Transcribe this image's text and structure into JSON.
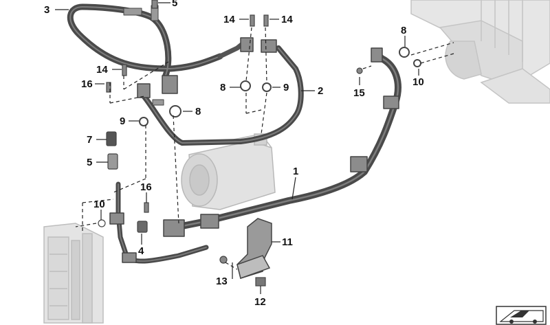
{
  "diagram": {
    "type": "exploded parts diagram",
    "colors": {
      "hose": "#4a4a4a",
      "hose_highlight": "#7d7d7d",
      "ghost_part": "#d6d6d6",
      "ghost_outline": "#b9b9b9",
      "leader": "#222222"
    },
    "callouts": [
      {
        "id": "c3",
        "label": "3"
      },
      {
        "id": "c5-top",
        "label": "5"
      },
      {
        "id": "c14-a",
        "label": "14"
      },
      {
        "id": "c14-b",
        "label": "14"
      },
      {
        "id": "c8-right",
        "label": "8"
      },
      {
        "id": "c14-left",
        "label": "14"
      },
      {
        "id": "c16-left",
        "label": "16"
      },
      {
        "id": "c8-mid-a",
        "label": "8"
      },
      {
        "id": "c9-mid",
        "label": "9"
      },
      {
        "id": "c2",
        "label": "2"
      },
      {
        "id": "c15",
        "label": "15"
      },
      {
        "id": "c10-right",
        "label": "10"
      },
      {
        "id": "c9-left",
        "label": "9"
      },
      {
        "id": "c8-mid-b",
        "label": "8"
      },
      {
        "id": "c7",
        "label": "7"
      },
      {
        "id": "c5-mid",
        "label": "5"
      },
      {
        "id": "c1",
        "label": "1"
      },
      {
        "id": "c16-low",
        "label": "16"
      },
      {
        "id": "c10-low",
        "label": "10"
      },
      {
        "id": "c11",
        "label": "11"
      },
      {
        "id": "c4",
        "label": "4"
      },
      {
        "id": "c13",
        "label": "13"
      },
      {
        "id": "c12",
        "label": "12"
      }
    ],
    "icons": [
      "car-silhouette-icon"
    ]
  }
}
